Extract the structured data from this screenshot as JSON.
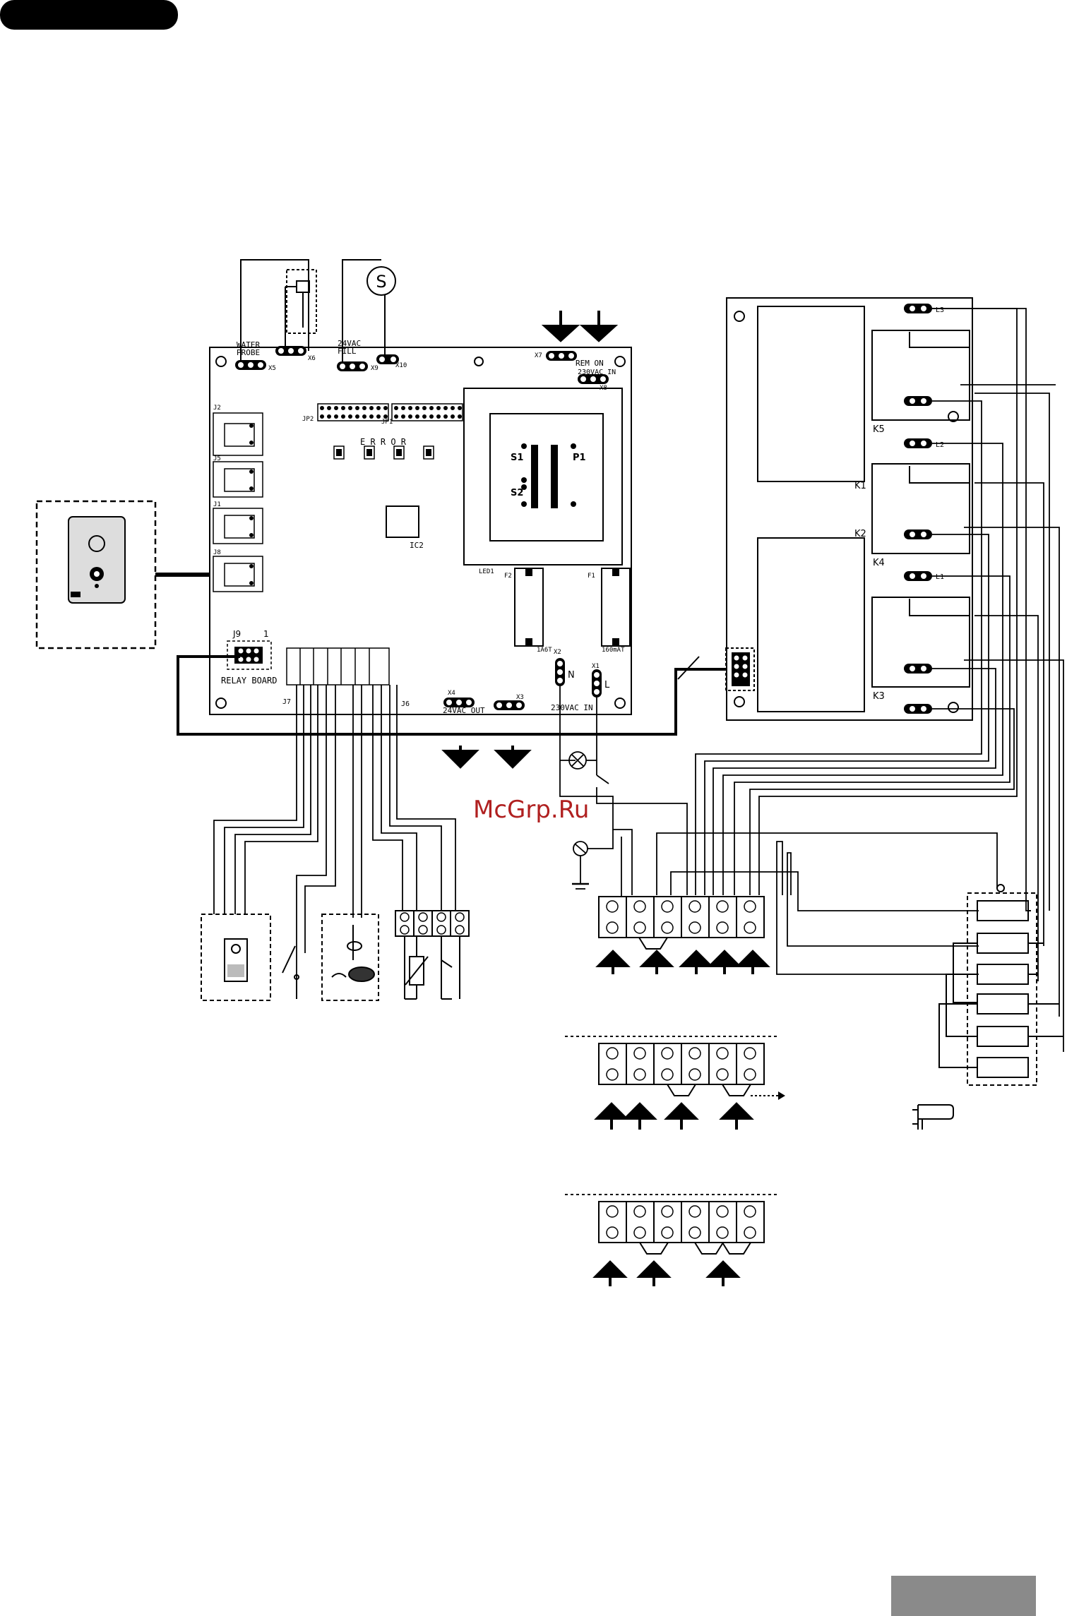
{
  "page": {
    "watermark": "McGrp.Ru"
  },
  "board": {
    "water_probe": "WATER\nPROBE",
    "x5": "X5",
    "x6": "X6",
    "fill": "24VAC\nFILL",
    "x9": "X9",
    "x10": "X10",
    "x7": "X7",
    "rem_on": "REM ON",
    "vac_in_top": "230VAC IN",
    "x8": "X8",
    "jp2": "JP2",
    "jp1": "JP1",
    "error": "E R R O R",
    "j2": "J2",
    "j5": "J5",
    "j1": "J1",
    "j8": "J8",
    "ic2": "IC2",
    "s1": "S1",
    "s2": "S2",
    "p1": "P1",
    "led1": "LED1",
    "f2": "F2",
    "f1": "F1",
    "fuse_f2": "1A6T",
    "fuse_f1": "160mAT",
    "x2": "X2",
    "x1": "X1",
    "n": "N",
    "l": "L",
    "j9": "J9",
    "j9_pin": "1",
    "relay_board": "RELAY BOARD",
    "j7": "J7",
    "j6": "J6",
    "x4": "X4",
    "vac_out": "24VAC OUT",
    "x3": "X3",
    "vac_in_bottom": "230VAC IN"
  },
  "relay": {
    "k1": "K1",
    "k2": "K2",
    "k3": "K3",
    "k4": "K4",
    "k5": "K5",
    "l3": "L3",
    "l2": "L2",
    "l1": "L1"
  },
  "sensor": {
    "sign": "S"
  }
}
